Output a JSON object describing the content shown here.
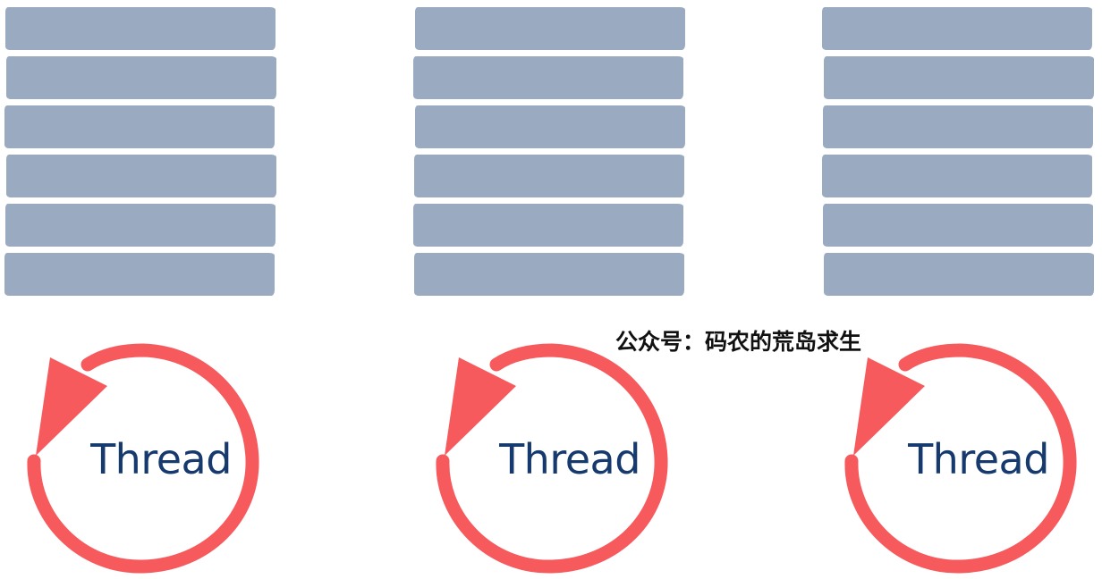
{
  "colors": {
    "task_bar": "#9aaac0",
    "thread_ring": "#f65a5d",
    "thread_text": "#163a6e",
    "watermark_text": "#111111"
  },
  "columns": [
    {
      "task_count": 6,
      "thread_label": "Thread",
      "ring_icon": "circular-arrow-icon"
    },
    {
      "task_count": 6,
      "thread_label": "Thread",
      "ring_icon": "circular-arrow-icon"
    },
    {
      "task_count": 6,
      "thread_label": "Thread",
      "ring_icon": "circular-arrow-icon"
    }
  ],
  "watermark": "公众号：码农的荒岛求生"
}
